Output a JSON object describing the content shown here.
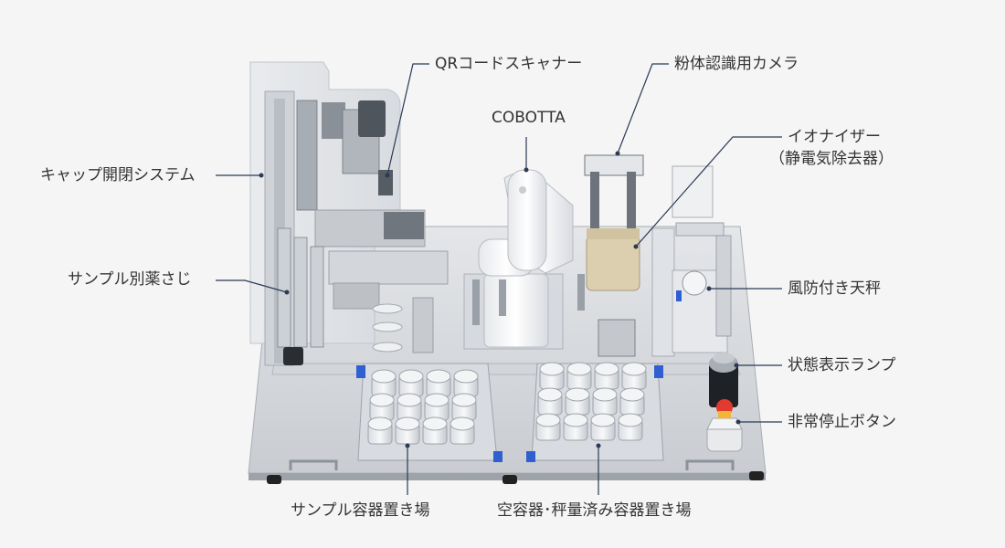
{
  "labels": {
    "qr_scanner": "QRコードスキャナー",
    "camera": "粉体認識用カメラ",
    "cobotta": "COBOTTA",
    "ionizer_line1": "イオナイザー",
    "ionizer_line2": "（静電気除去器）",
    "cap_system": "キャップ開閉システム",
    "spoon": "サンプル別薬さじ",
    "balance": "風防付き天秤",
    "status_lamp": "状態表示ランプ",
    "estop": "非常停止ボタン",
    "sample_rack": "サンプル容器置き場",
    "empty_rack": "空容器･秤量済み容器置き場"
  },
  "colors": {
    "background": "#f5f5f5",
    "leader": "#2b3a55",
    "estop_red": "#e23a2e",
    "fixture_blue": "#2f5fd0"
  }
}
